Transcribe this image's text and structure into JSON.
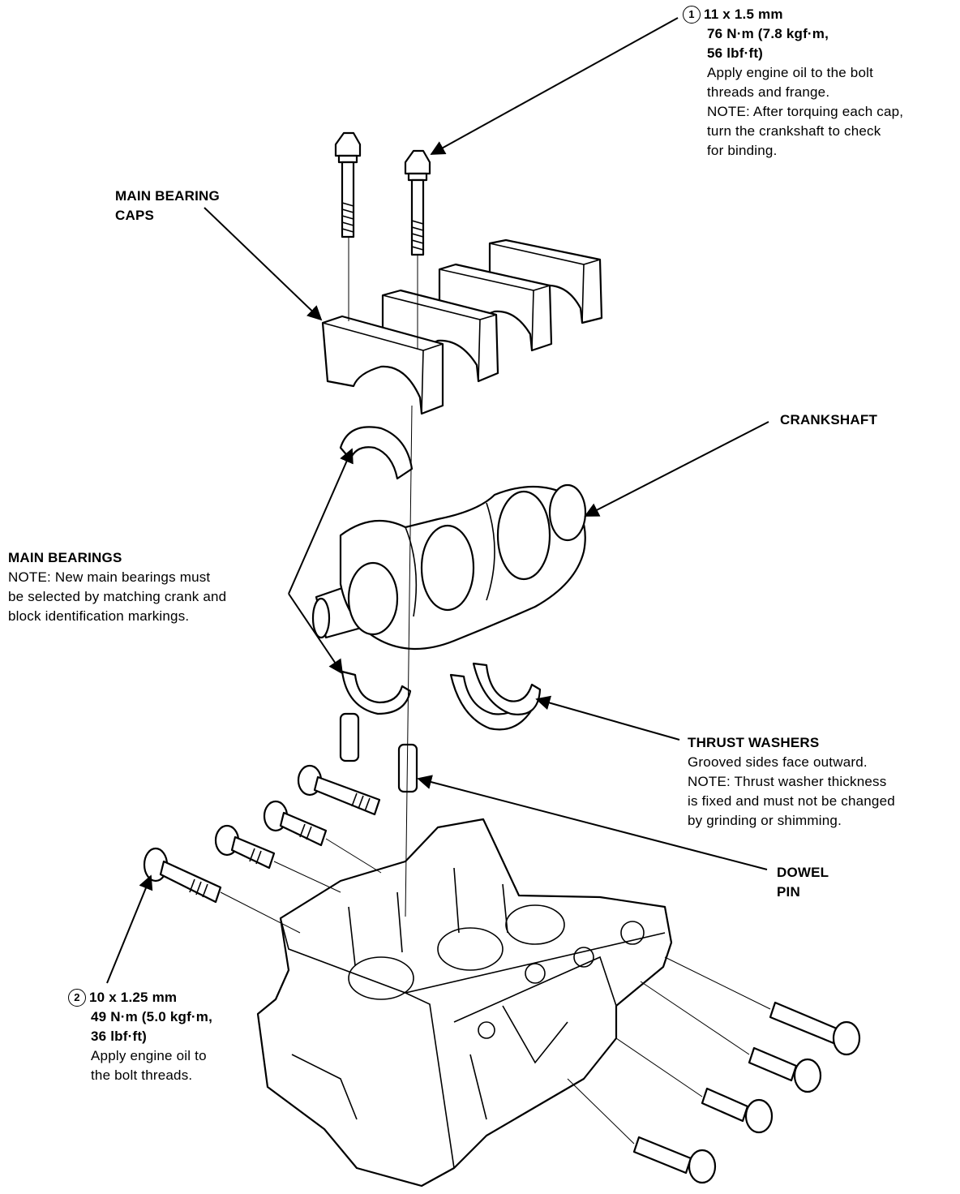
{
  "labels": {
    "bolt1": {
      "mark": "1",
      "spec": "11 x 1.5 mm",
      "torque1": "76 N·m (7.8 kgf·m,",
      "torque2": "56 lbf·ft)",
      "line1": "Apply engine oil to the bolt",
      "line2": "threads and frange.",
      "line3": "NOTE: After torquing each cap,",
      "line4": "turn the crankshaft to check",
      "line5": "for binding."
    },
    "caps": {
      "line1": "MAIN BEARING",
      "line2": "CAPS"
    },
    "crankshaft": {
      "title": "CRANKSHAFT"
    },
    "bearings": {
      "title": "MAIN BEARINGS",
      "line1": "NOTE:  New main bearings must",
      "line2": "be selected by matching crank and",
      "line3": "block identification markings."
    },
    "thrust": {
      "title": "THRUST WASHERS",
      "line1": "Grooved sides face outward.",
      "line2": "NOTE:  Thrust washer thickness",
      "line3": "is fixed and must not be changed",
      "line4": "by grinding or shimming."
    },
    "dowel": {
      "line1": "DOWEL",
      "line2": "PIN"
    },
    "bolt2": {
      "mark": "2",
      "spec": "10 x 1.25 mm",
      "torque1": "49 N·m (5.0 kgf·m,",
      "torque2": "36 lbf·ft)",
      "line1": "Apply engine oil to",
      "line2": "the bolt threads."
    }
  }
}
